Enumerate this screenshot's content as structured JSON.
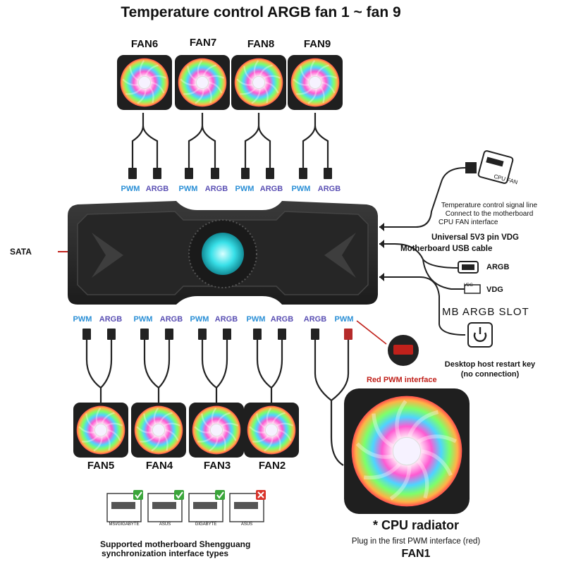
{
  "title": "Temperature control ARGB fan 1 ~ fan 9",
  "top_fans": [
    "FAN6",
    "FAN7",
    "FAN8",
    "FAN9"
  ],
  "bottom_fans": [
    "FAN5",
    "FAN4",
    "FAN3",
    "FAN2"
  ],
  "top_connectors": [
    "PWM",
    "ARGB",
    "PWM",
    "ARGB",
    "PWM",
    "ARGB",
    "PWM",
    "ARGB"
  ],
  "bottom_connectors": [
    "PWM",
    "ARGB",
    "PWM",
    "ARGB",
    "PWM",
    "ARGB",
    "PWM",
    "ARGB",
    "ARGB",
    "PWM"
  ],
  "left_input": "SATA",
  "right": {
    "signal_line": [
      "Temperature control signal line",
      "Connect to the motherboard",
      "CPU FAN interface"
    ],
    "cpu_fan_icon": "CPU FAN",
    "vdg_title": "Universal 5V3 pin VDG",
    "usb_cable": "Motherboard USB cable",
    "argb": "ARGB",
    "vdg": "VDG",
    "mb_slot": "MB  ARGB  SLOT",
    "restart": [
      "Desktop host restart key",
      "(no connection)"
    ],
    "red_pwm": "Red PWM interface"
  },
  "cpu": {
    "radiator": "* CPU radiator",
    "plug_note": "Plug in the first PWM interface (red)",
    "fan1": "FAN1"
  },
  "motherboards": {
    "brands": [
      "MSI/GIGABYTE",
      "ASUS",
      "GIGABYTE",
      "ASUS"
    ],
    "status": [
      "check",
      "check",
      "check",
      "cross"
    ],
    "caption": [
      "Supported motherboard Shengguang",
      "synchronization interface types"
    ]
  },
  "colors": {
    "pwm": "#2a8fd6",
    "argb": "#5a4fb3",
    "red": "#c0211b",
    "check": "#3aa53a",
    "hub": "#2b2b2b",
    "glow": "#38e0e8"
  }
}
